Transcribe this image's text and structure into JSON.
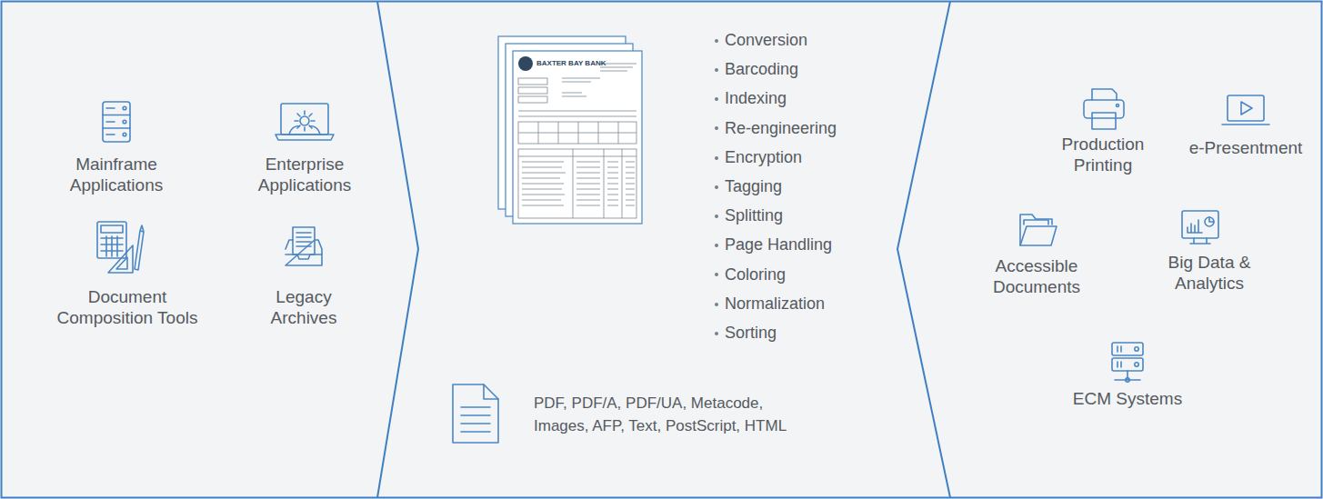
{
  "diagram": {
    "labels": [
      "Mainframe Applications",
      "Enterprise Applications",
      "Document Composition Tools",
      "Legacy Archives",
      "BAXTER BAY BANK",
      "Conversion",
      "Barcoding",
      "Indexing",
      "Re-engineering",
      "Encryption",
      "Tagging",
      "Splitting",
      "Page Handling",
      "Coloring",
      "Normalization",
      "Sorting",
      "PDF, PDF/A, PDF/UA, Metacode, Images, AFP, Text, PostScript, HTML",
      "Production Printing",
      "e-Presentment",
      "Accessible Documents",
      "Big Data & Analytics",
      "ECM Systems"
    ]
  }
}
